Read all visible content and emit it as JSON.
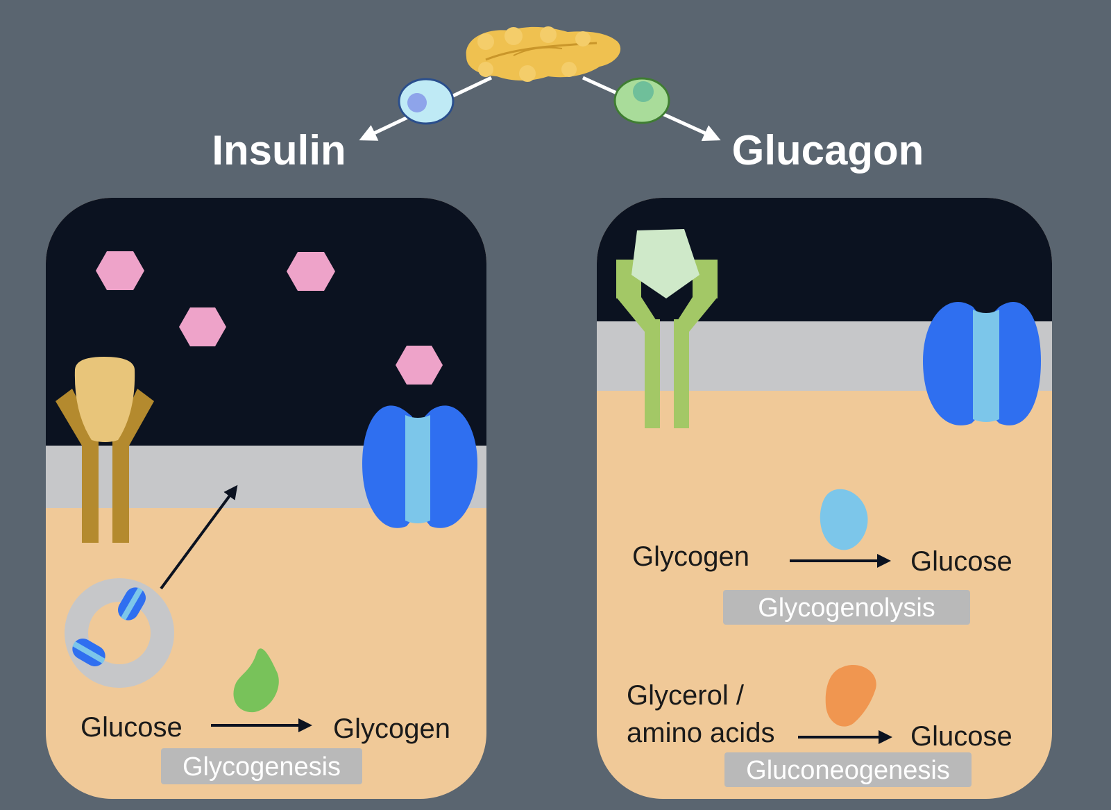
{
  "colors": {
    "background": "#5a6570",
    "extracellular": "#0b1220",
    "membrane": "#c6c7c9",
    "cytoplasm": "#f0c998",
    "insulin_molecule": "#eea3c9",
    "glucagon_molecule": "#cfe9c9",
    "insulin_receptor": "#b48a2e",
    "insulin_receptor_head": "#e8c57a",
    "glucagon_receptor": "#a3c866",
    "glut4_outer": "#2f6ff0",
    "glut4_channel": "#7cc6ea",
    "vesicle": "#c6c7c9",
    "pancreas": "#efc150",
    "beta_cell": "#bfeaf5",
    "alpha_cell": "#a9dc9a",
    "enzyme_glycogen_synthase": "#78c25a",
    "enzyme_glycogen_phosphorylase": "#7cc6ea",
    "enzyme_gluconeogenesis": "#f09650",
    "label_box": "#b9b9b9",
    "text_dark": "#1a1a1a",
    "text_light": "#ffffff"
  },
  "icons": {
    "pancreas": "pancreas-icon",
    "beta_cell": "beta-cell-icon",
    "alpha_cell": "alpha-cell-icon"
  },
  "headers": {
    "insulin": "Insulin",
    "glucagon": "Glucagon"
  },
  "insulin_panel": {
    "reaction": {
      "substrate": "Glucose",
      "product": "Glycogen",
      "process": "Glycogenesis"
    }
  },
  "glucagon_panel": {
    "reaction1": {
      "substrate": "Glycogen",
      "product": "Glucose",
      "process": "Glycogenolysis"
    },
    "reaction2": {
      "substrate_line1": "Glycerol /",
      "substrate_line2": "amino acids",
      "product": "Glucose",
      "process": "Gluconeogenesis"
    }
  }
}
